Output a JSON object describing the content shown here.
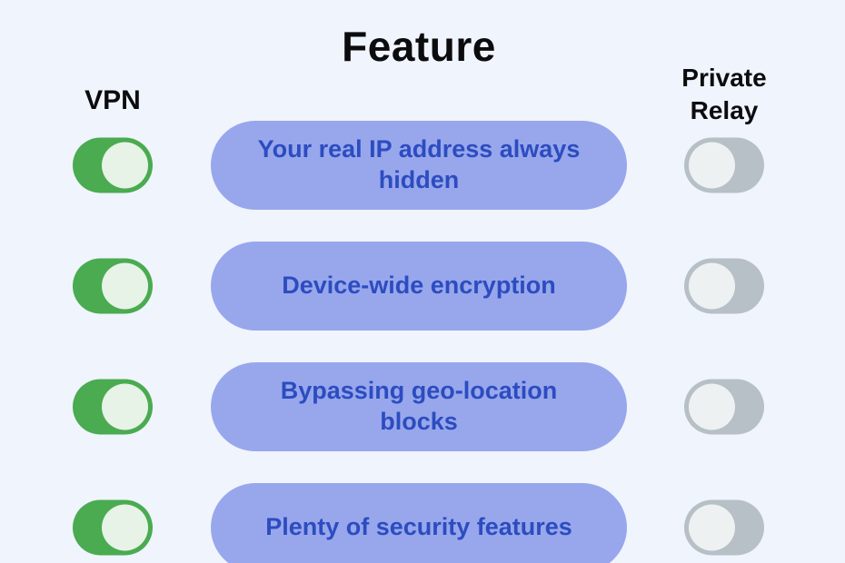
{
  "page": {
    "background_color": "#f0f4fd"
  },
  "header": {
    "title": "Feature"
  },
  "columns": {
    "vpn_label": "VPN",
    "private_relay_label": "Private Relay"
  },
  "colors": {
    "pill_background": "#98a7ec",
    "pill_text": "#2c4cc0",
    "toggle_on_track": "#4aab50",
    "toggle_on_knob": "#e7f3e7",
    "toggle_off_track": "#b6c0c6",
    "toggle_off_knob": "#eef1f2",
    "heading_text": "#0c0c0e"
  },
  "rows": [
    {
      "feature": "Your real IP address always hidden",
      "vpn_enabled": true,
      "private_relay_enabled": false
    },
    {
      "feature": "Device-wide encryption",
      "vpn_enabled": true,
      "private_relay_enabled": false
    },
    {
      "feature": "Bypassing geo-location blocks",
      "vpn_enabled": true,
      "private_relay_enabled": false
    },
    {
      "feature": "Plenty of security features",
      "vpn_enabled": true,
      "private_relay_enabled": false
    }
  ]
}
